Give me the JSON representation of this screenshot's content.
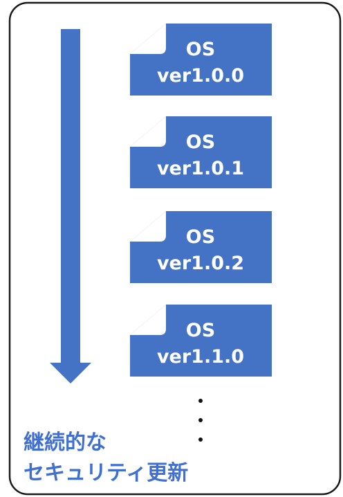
{
  "colors": {
    "doc_fill": "#4472c4",
    "arrow_fill": "#4472c4",
    "caption_text": "#3f6fcf",
    "frame_stroke": "#1a1a1a",
    "doc_text": "#ffffff"
  },
  "documents": [
    {
      "title": "OS",
      "version": "ver1.0.0"
    },
    {
      "title": "OS",
      "version": "ver1.0.1"
    },
    {
      "title": "OS",
      "version": "ver1.0.2"
    },
    {
      "title": "OS",
      "version": "ver1.1.0"
    }
  ],
  "caption": {
    "line1": "継続的な",
    "line2": "セキュリティ更新"
  }
}
